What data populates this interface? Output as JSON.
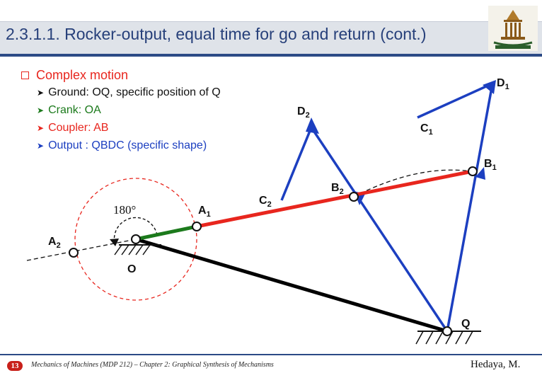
{
  "header": {
    "title": "2.3.1.1. Rocker-output, equal time for go and return (cont.)"
  },
  "bullets": {
    "main": "Complex motion",
    "items": [
      {
        "text": "Ground: OQ, specific position of Q",
        "color": "#111111"
      },
      {
        "text": "Crank: OA",
        "color": "#1c7a1c"
      },
      {
        "text": "Coupler: AB",
        "color": "#e8261e"
      },
      {
        "text": "Output : QBDC (specific shape)",
        "color": "#1c3fc0"
      }
    ]
  },
  "diagram": {
    "angle_label": "180°",
    "points": {
      "O": "O",
      "Q": "Q",
      "A1": {
        "base": "A",
        "sub": "1"
      },
      "A2": {
        "base": "A",
        "sub": "2"
      },
      "B1": {
        "base": "B",
        "sub": "1"
      },
      "B2": {
        "base": "B",
        "sub": "2"
      },
      "C1": {
        "base": "C",
        "sub": "1"
      },
      "C2": {
        "base": "C",
        "sub": "2"
      },
      "D1": {
        "base": "D",
        "sub": "1"
      },
      "D2": {
        "base": "D",
        "sub": "2"
      }
    },
    "colors": {
      "ground": "#000000",
      "crank": "#1c7a1c",
      "coupler": "#e8261e",
      "output": "#1c3fc0",
      "circle": "#e8261e"
    }
  },
  "footer": {
    "page": "13",
    "course": "Mechanics of Machines (MDP 212)  – Chapter 2: Graphical Synthesis of Mechanisms",
    "author": "Hedaya, M."
  }
}
